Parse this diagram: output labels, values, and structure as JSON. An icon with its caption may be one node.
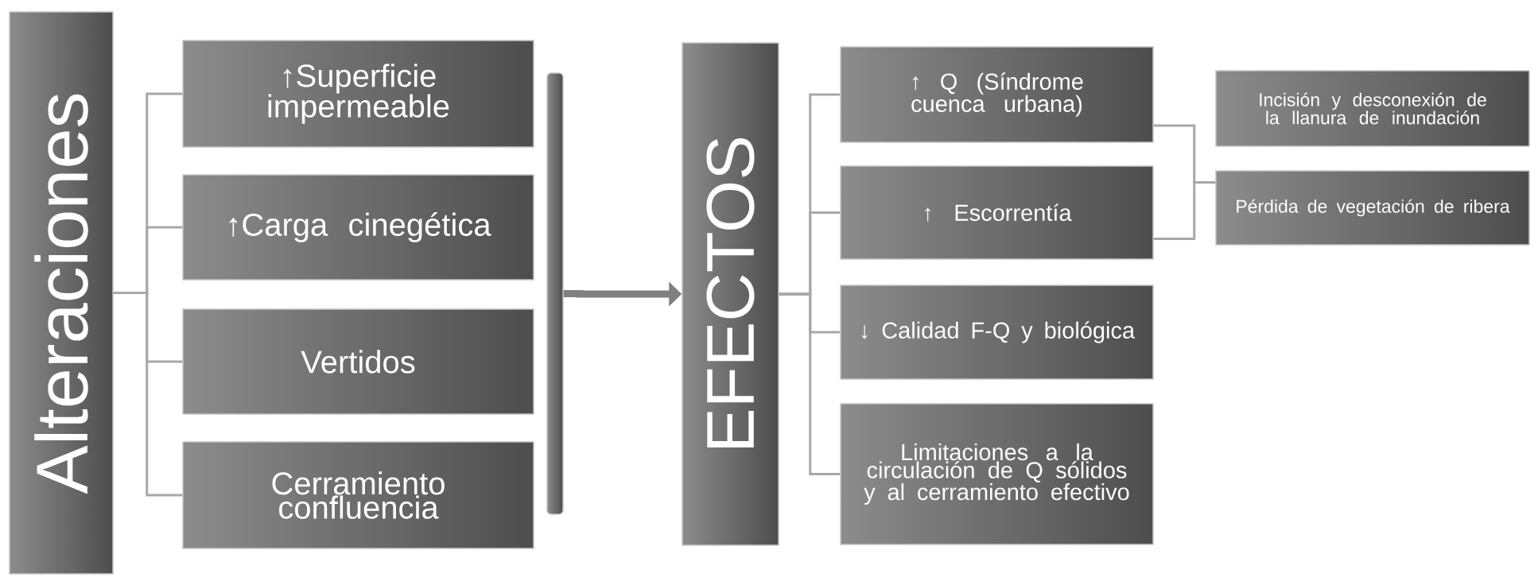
{
  "diagram": {
    "nodes": [
      {
        "text": [
          "Alteraciones"
        ]
      },
      {
        "text": [
          "↑Superficie impermeable"
        ]
      },
      {
        "text": [
          "↑Carga cinegética"
        ]
      },
      {
        "text": [
          "Vertidos"
        ]
      },
      {
        "text": [
          "Cerramiento confluencia"
        ]
      },
      {
        "text": [],
        "shape": "bar"
      },
      {
        "text": [
          "EFECTOS"
        ]
      },
      {
        "text": [
          "↑ Q (Síndrome cuenca urbana)"
        ]
      },
      {
        "text": [
          "↑ Escorrentía"
        ]
      },
      {
        "text": [
          "↓ Calidad F-Q y biológica"
        ]
      },
      {
        "text": [
          "Limitaciones a la circulación de Q sólidos y al cerramiento efectivo"
        ]
      },
      {
        "text": [
          "Incisión y desconexión de la llanura de inundación"
        ]
      },
      {
        "text": [
          "Pérdida de vegetación de ribera"
        ]
      }
    ],
    "edges": [
      {
        "from": 0,
        "to": 1,
        "arrow": "none"
      },
      {
        "from": 0,
        "to": 2,
        "arrow": "none"
      },
      {
        "from": 0,
        "to": 3,
        "arrow": "none"
      },
      {
        "from": 0,
        "to": 4,
        "arrow": "none"
      },
      {
        "from": 5,
        "to": 6,
        "arrow": "to",
        "style": "thick"
      },
      {
        "from": 6,
        "to": 7,
        "arrow": "none"
      },
      {
        "from": 6,
        "to": 8,
        "arrow": "none"
      },
      {
        "from": 6,
        "to": 9,
        "arrow": "none"
      },
      {
        "from": 6,
        "to": 10,
        "arrow": "none"
      },
      {
        "from": 7,
        "to": 12,
        "arrow": "none"
      },
      {
        "from": 8,
        "to": 12,
        "arrow": "none"
      }
    ]
  }
}
